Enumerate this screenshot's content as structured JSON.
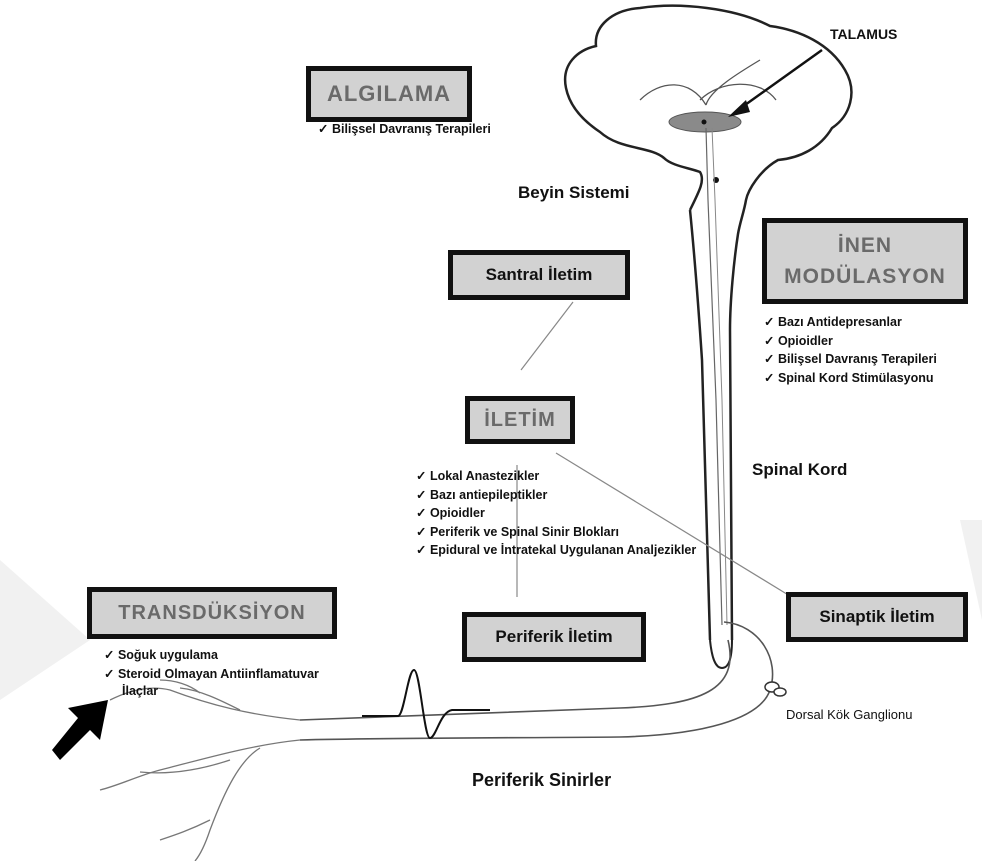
{
  "stages": {
    "algilama": {
      "title": "ALGILAMA",
      "items": [
        "Bilişsel Davranış Terapileri"
      ]
    },
    "inen_modulasyon": {
      "title_line1": "İNEN",
      "title_line2": "MODÜLASYON",
      "items": [
        "Bazı Antidepresanlar",
        "Opioidler",
        "Bilişsel Davranış Terapileri",
        "Spinal Kord Stimülasyonu"
      ]
    },
    "santral_iletim": {
      "title": "Santral İletim"
    },
    "iletim": {
      "title": "İLETİM",
      "items": [
        "Lokal Anastezikler",
        "Bazı antiepileptikler",
        "Opioidler",
        "Periferik ve Spinal Sinir Blokları",
        "Epidural ve İntratekal Uygulanan  Analjezikler"
      ]
    },
    "transduksiyon": {
      "title": "TRANSDÜKSİYON",
      "items": [
        "Soğuk uygulama",
        "Steroid Olmayan Antiinflamatuvar"
      ],
      "items_cont": "İlaçlar"
    },
    "periferik_iletim": {
      "title": "Periferik İletim"
    },
    "sinaptik_iletim": {
      "title": "Sinaptik İletim"
    }
  },
  "anatomy": {
    "talamus": "TALAMUS",
    "beyin_sistemi": "Beyin Sistemi",
    "spinal_kord": "Spinal Kord",
    "dorsal_kok": "Dorsal Kök Ganglionu",
    "periferik_sinirler": "Periferik Sinirler"
  },
  "icons": {
    "pointer": "black-arrow-icon",
    "impulse": "action-potential-waveform"
  }
}
